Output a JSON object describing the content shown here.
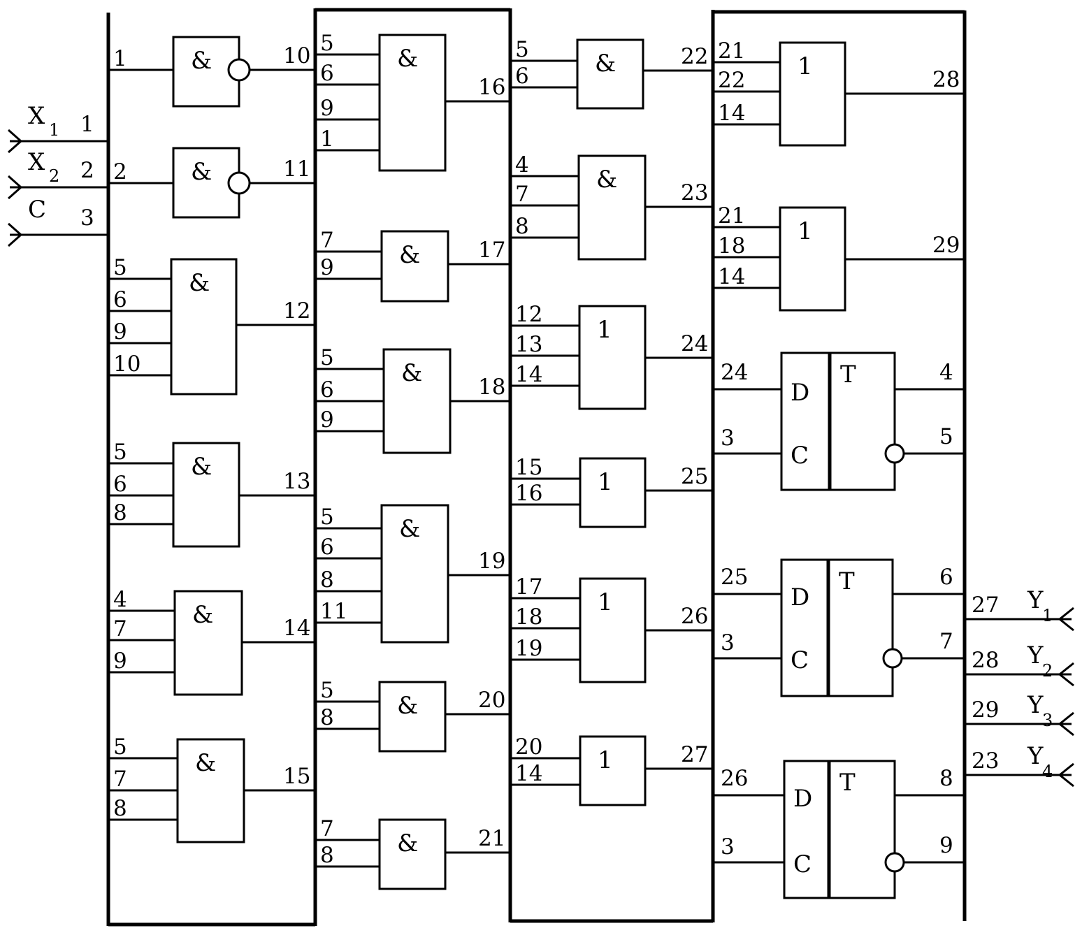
{
  "inputs": [
    {
      "name": "X",
      "sub": "1",
      "pin": "1"
    },
    {
      "name": "X",
      "sub": "2",
      "pin": "2"
    },
    {
      "name": "C",
      "sub": "",
      "pin": "3"
    }
  ],
  "outputs": [
    {
      "pin": "27",
      "name": "Y",
      "sub": "1"
    },
    {
      "pin": "28",
      "name": "Y",
      "sub": "2"
    },
    {
      "pin": "29",
      "name": "Y",
      "sub": "3"
    },
    {
      "pin": "23",
      "name": "Y",
      "sub": "4"
    }
  ],
  "gates": [
    {
      "id": "g10",
      "symbol": "&",
      "inputs": [
        "1"
      ],
      "output": "10",
      "inverted": true
    },
    {
      "id": "g11",
      "symbol": "&",
      "inputs": [
        "2"
      ],
      "output": "11",
      "inverted": true
    },
    {
      "id": "g12",
      "symbol": "&",
      "inputs": [
        "5",
        "6",
        "9",
        "10"
      ],
      "output": "12"
    },
    {
      "id": "g13",
      "symbol": "&",
      "inputs": [
        "5",
        "6",
        "8"
      ],
      "output": "13"
    },
    {
      "id": "g14",
      "symbol": "&",
      "inputs": [
        "4",
        "7",
        "9"
      ],
      "output": "14"
    },
    {
      "id": "g15",
      "symbol": "&",
      "inputs": [
        "5",
        "7",
        "8"
      ],
      "output": "15"
    },
    {
      "id": "g16",
      "symbol": "&",
      "inputs": [
        "5",
        "6",
        "9",
        "1"
      ],
      "output": "16"
    },
    {
      "id": "g17",
      "symbol": "&",
      "inputs": [
        "7",
        "9"
      ],
      "output": "17"
    },
    {
      "id": "g18",
      "symbol": "&",
      "inputs": [
        "5",
        "6",
        "9"
      ],
      "output": "18"
    },
    {
      "id": "g19",
      "symbol": "&",
      "inputs": [
        "5",
        "6",
        "8",
        "11"
      ],
      "output": "19"
    },
    {
      "id": "g20",
      "symbol": "&",
      "inputs": [
        "5",
        "8"
      ],
      "output": "20"
    },
    {
      "id": "g21",
      "symbol": "&",
      "inputs": [
        "7",
        "8"
      ],
      "output": "21"
    },
    {
      "id": "g22",
      "symbol": "&",
      "inputs": [
        "5",
        "6"
      ],
      "output": "22"
    },
    {
      "id": "g23",
      "symbol": "&",
      "inputs": [
        "4",
        "7",
        "8"
      ],
      "output": "23"
    },
    {
      "id": "g24",
      "symbol": "1",
      "inputs": [
        "12",
        "13",
        "14"
      ],
      "output": "24"
    },
    {
      "id": "g25",
      "symbol": "1",
      "inputs": [
        "15",
        "16"
      ],
      "output": "25"
    },
    {
      "id": "g26",
      "symbol": "1",
      "inputs": [
        "17",
        "18",
        "19"
      ],
      "output": "26"
    },
    {
      "id": "g27",
      "symbol": "1",
      "inputs": [
        "20",
        "14"
      ],
      "output": "27"
    },
    {
      "id": "g28",
      "symbol": "1",
      "inputs": [
        "21",
        "22",
        "14"
      ],
      "output": "28"
    },
    {
      "id": "g29",
      "symbol": "1",
      "inputs": [
        "21",
        "18",
        "14"
      ],
      "output": "29"
    }
  ],
  "flipflops": [
    {
      "id": "ff1",
      "d_label": "D",
      "c_label": "C",
      "t_label": "T",
      "d_in": "24",
      "c_in": "3",
      "q": "4",
      "nq": "5"
    },
    {
      "id": "ff2",
      "d_label": "D",
      "c_label": "C",
      "t_label": "T",
      "d_in": "25",
      "c_in": "3",
      "q": "6",
      "nq": "7"
    },
    {
      "id": "ff3",
      "d_label": "D",
      "c_label": "C",
      "t_label": "T",
      "d_in": "26",
      "c_in": "3",
      "q": "8",
      "nq": "9"
    }
  ]
}
